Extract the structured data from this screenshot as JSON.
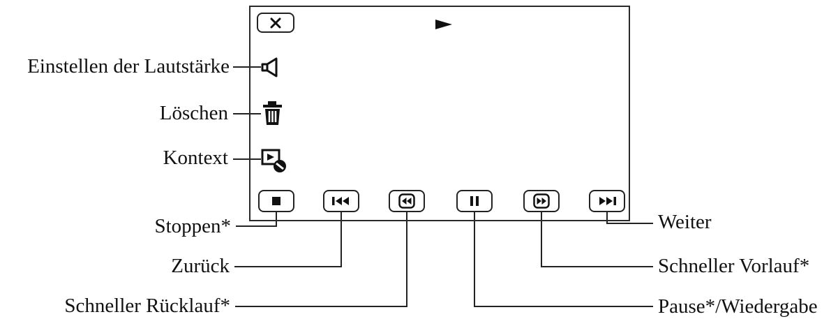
{
  "screen": {
    "close_icon": "close-icon",
    "play_indicator_icon": "play-triangle-icon"
  },
  "left_labels": {
    "volume": "Einstellen der Lautstärke",
    "delete": "Löschen",
    "context": "Kontext"
  },
  "bottom_labels": {
    "stop": "Stoppen*",
    "previous": "Zurück",
    "rewind": "Schneller Rücklauf*",
    "next": "Weiter",
    "fast_forward": "Schneller Vorlauf*",
    "pause_play": "Pause*/Wiedergabe"
  },
  "icons": {
    "volume": "speaker-icon",
    "delete": "trash-icon",
    "context": "context-icon",
    "stop": "stop-icon",
    "previous": "skip-previous-icon",
    "rewind": "rewind-icon",
    "pause": "pause-icon",
    "fast_forward": "fast-forward-icon",
    "next": "skip-next-icon"
  }
}
